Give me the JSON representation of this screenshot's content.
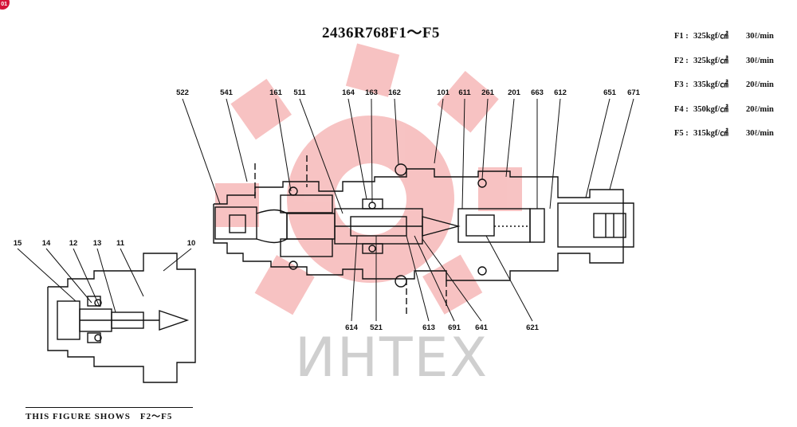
{
  "title": "2436R768F1～F5",
  "corner_badge": "01",
  "watermark": {
    "text": "ИНТЕХ",
    "color": "#f6b8b8"
  },
  "specs": [
    {
      "code": "F1 :",
      "pressure": "325kgf/㎠",
      "flow": "30ℓ/min"
    },
    {
      "code": "F2 :",
      "pressure": "325kgf/㎠",
      "flow": "30ℓ/min"
    },
    {
      "code": "F3 :",
      "pressure": "335kgf/㎠",
      "flow": "20ℓ/min"
    },
    {
      "code": "F4 :",
      "pressure": "350kgf/㎠",
      "flow": "20ℓ/min"
    },
    {
      "code": "F5 :",
      "pressure": "315kgf/㎠",
      "flow": "30ℓ/min"
    }
  ],
  "main_labels_top": [
    "522",
    "541",
    "161",
    "511",
    "164",
    "163",
    "162",
    "101",
    "611",
    "261",
    "201",
    "663",
    "612",
    "651",
    "671"
  ],
  "main_labels_bottom": [
    "614",
    "521",
    "613",
    "691",
    "641",
    "621"
  ],
  "small_labels": [
    "15",
    "14",
    "12",
    "13",
    "11",
    "10"
  ],
  "footer": "THIS FIGURE SHOWS　F2～F5"
}
